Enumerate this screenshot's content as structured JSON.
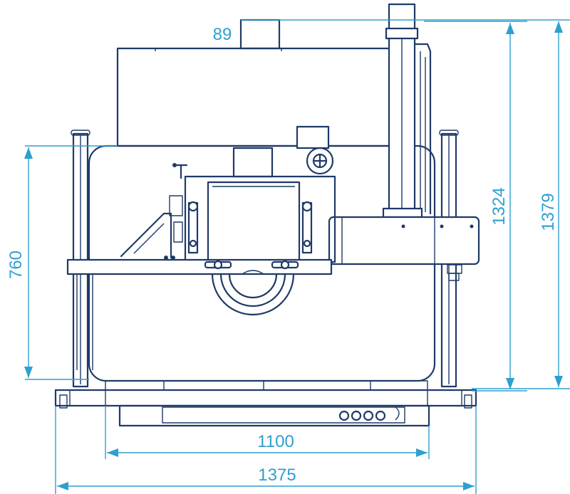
{
  "dimensions": {
    "top_extension": "89",
    "height_front": "1324",
    "height_total": "1379",
    "table_height": "760",
    "inner_width": "1100",
    "total_width": "1375"
  },
  "colors": {
    "machine_line": "#1f3a68",
    "dimension_line": "#2f9fcf",
    "background": "#ffffff"
  }
}
